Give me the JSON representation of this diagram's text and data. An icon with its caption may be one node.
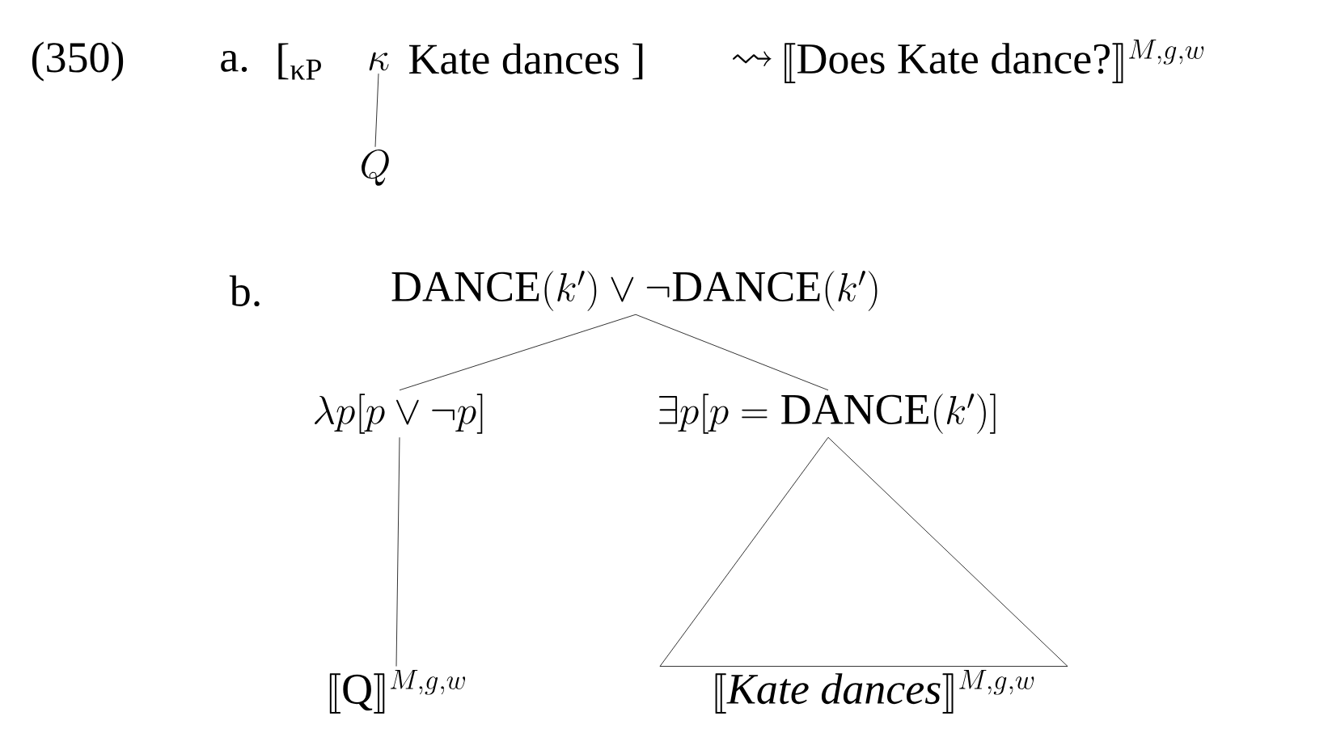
{
  "diagram": {
    "nodes": [
      {
        "text": [
          "\\kappa"
        ]
      },
      {
        "text": [
          "Q"
        ]
      },
      {
        "text": [
          "\\text{DANCE}(k')\\vee\\neg\\text{DANCE}(k')"
        ]
      },
      {
        "text": [
          "\\lambda p[p\\vee\\neg p]"
        ]
      },
      {
        "text": [
          "\\exists p[p=\\text{DANCE}(k')]"
        ]
      },
      {
        "text": [
          "\\llbracket\\mathrm{Q}\\rrbracket^{M,g,w}"
        ]
      },
      {
        "text": [
          "\\llbracket\\textit{Kate dances}\\rrbracket^{M,g,w}"
        ]
      }
    ],
    "edges": [
      {
        "from": 0,
        "to": 1,
        "arrow": "none"
      },
      {
        "from": 2,
        "to": 3,
        "arrow": "none"
      },
      {
        "from": 2,
        "to": 4,
        "arrow": "none"
      },
      {
        "from": 3,
        "to": 5,
        "arrow": "none"
      },
      {
        "from": 4,
        "to": 6,
        "arrow": "none"
      }
    ],
    "labels": [
      "(350)",
      "a.",
      "[$_{κP}$",
      "Kate dances ]",
      "\\rightsquigarrow",
      "\\llbracket\\text{Does Kate dance?}\\rrbracket^{M,g,w}",
      "b."
    ]
  }
}
